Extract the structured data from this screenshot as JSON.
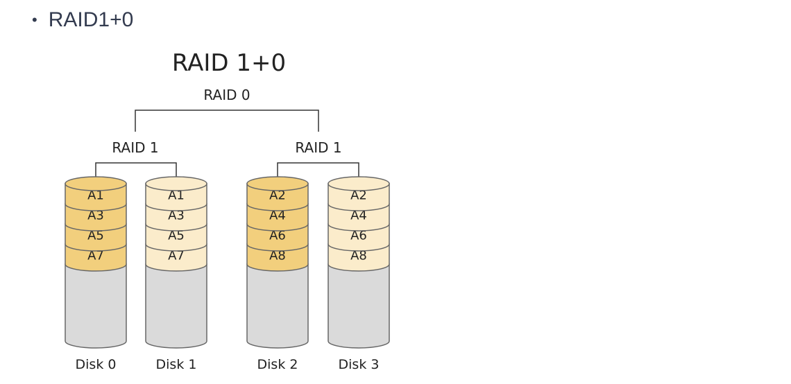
{
  "bullet": {
    "symbol": "•",
    "text": "RAID1+0"
  },
  "diagram": {
    "title": "RAID 1+0",
    "stripe_label": "RAID 0",
    "mirrors": [
      {
        "label": "RAID 1",
        "disks": [
          0,
          1
        ]
      },
      {
        "label": "RAID 1",
        "disks": [
          2,
          3
        ]
      }
    ],
    "disks": [
      {
        "label": "Disk 0",
        "role": "primary",
        "blocks": [
          "A1",
          "A3",
          "A5",
          "A7"
        ]
      },
      {
        "label": "Disk 1",
        "role": "mirror",
        "blocks": [
          "A1",
          "A3",
          "A5",
          "A7"
        ]
      },
      {
        "label": "Disk 2",
        "role": "primary",
        "blocks": [
          "A2",
          "A4",
          "A6",
          "A8"
        ]
      },
      {
        "label": "Disk 3",
        "role": "mirror",
        "blocks": [
          "A2",
          "A4",
          "A6",
          "A8"
        ]
      }
    ],
    "colors": {
      "primary_block": "#f2cf7d",
      "mirror_block": "#fbeccb",
      "empty_disk": "#dadada",
      "outline": "#666666",
      "connector": "#333333"
    }
  }
}
